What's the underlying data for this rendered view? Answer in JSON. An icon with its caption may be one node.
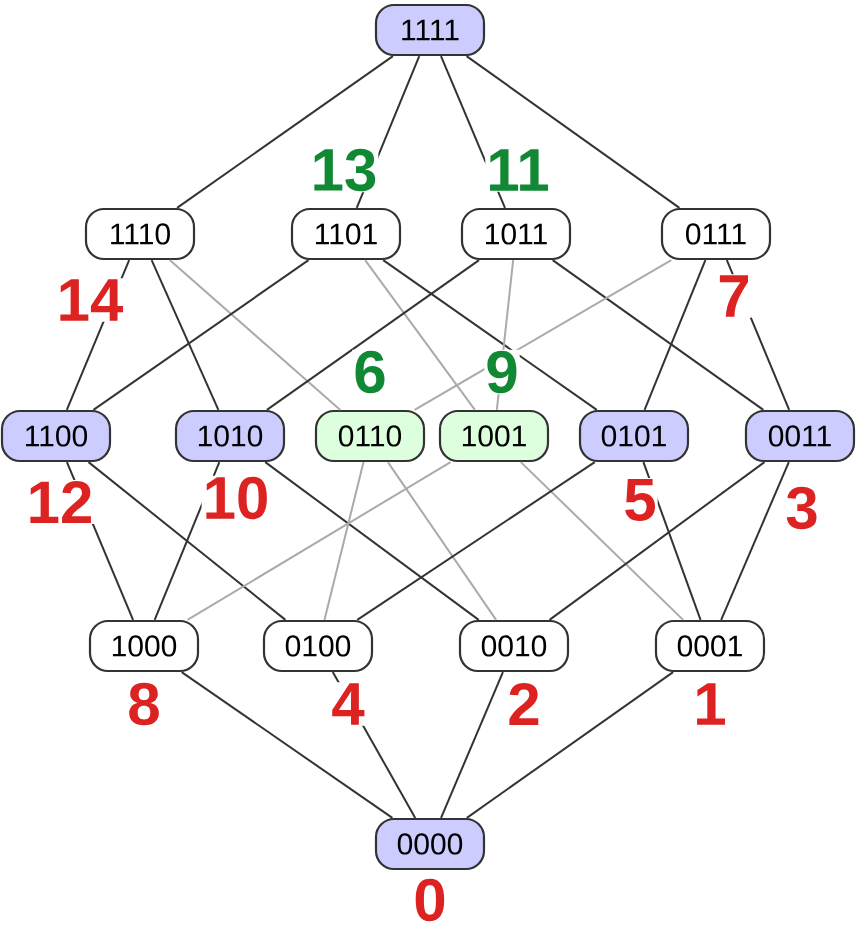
{
  "diagram": {
    "nodes": [
      {
        "text": [
          "1111"
        ]
      },
      {
        "text": [
          "1110"
        ],
        "beside": [
          "14"
        ]
      },
      {
        "text": [
          "1101"
        ],
        "beside": [
          "13"
        ]
      },
      {
        "text": [
          "1011"
        ],
        "beside": [
          "11"
        ]
      },
      {
        "text": [
          "0111"
        ],
        "beside": [
          "7"
        ]
      },
      {
        "text": [
          "1100"
        ],
        "beside": [
          "12"
        ]
      },
      {
        "text": [
          "1010"
        ],
        "beside": [
          "10"
        ]
      },
      {
        "text": [
          "0110"
        ],
        "beside": [
          "6"
        ]
      },
      {
        "text": [
          "1001"
        ],
        "beside": [
          "9"
        ]
      },
      {
        "text": [
          "0101"
        ],
        "beside": [
          "5"
        ]
      },
      {
        "text": [
          "0011"
        ],
        "beside": [
          "3"
        ]
      },
      {
        "text": [
          "1000"
        ],
        "beside": [
          "8"
        ]
      },
      {
        "text": [
          "0100"
        ],
        "beside": [
          "4"
        ]
      },
      {
        "text": [
          "0010"
        ],
        "beside": [
          "2"
        ]
      },
      {
        "text": [
          "0001"
        ],
        "beside": [
          "1"
        ]
      },
      {
        "text": [
          "0000"
        ],
        "beside": [
          "0"
        ]
      }
    ],
    "edges": [
      {
        "from": 0,
        "to": 1,
        "arrow": "none"
      },
      {
        "from": 0,
        "to": 2,
        "arrow": "none"
      },
      {
        "from": 0,
        "to": 3,
        "arrow": "none"
      },
      {
        "from": 0,
        "to": 4,
        "arrow": "none"
      },
      {
        "from": 1,
        "to": 5,
        "arrow": "none"
      },
      {
        "from": 1,
        "to": 6,
        "arrow": "none"
      },
      {
        "from": 1,
        "to": 7,
        "arrow": "none",
        "color": "#aaaaaa"
      },
      {
        "from": 2,
        "to": 5,
        "arrow": "none"
      },
      {
        "from": 2,
        "to": 8,
        "arrow": "none",
        "color": "#aaaaaa"
      },
      {
        "from": 2,
        "to": 9,
        "arrow": "none"
      },
      {
        "from": 3,
        "to": 6,
        "arrow": "none"
      },
      {
        "from": 3,
        "to": 8,
        "arrow": "none",
        "color": "#aaaaaa"
      },
      {
        "from": 3,
        "to": 10,
        "arrow": "none"
      },
      {
        "from": 4,
        "to": 7,
        "arrow": "none",
        "color": "#aaaaaa"
      },
      {
        "from": 4,
        "to": 9,
        "arrow": "none"
      },
      {
        "from": 4,
        "to": 10,
        "arrow": "none"
      },
      {
        "from": 5,
        "to": 11,
        "arrow": "none"
      },
      {
        "from": 5,
        "to": 12,
        "arrow": "none"
      },
      {
        "from": 6,
        "to": 11,
        "arrow": "none"
      },
      {
        "from": 6,
        "to": 13,
        "arrow": "none"
      },
      {
        "from": 7,
        "to": 12,
        "arrow": "none",
        "color": "#aaaaaa"
      },
      {
        "from": 7,
        "to": 13,
        "arrow": "none",
        "color": "#aaaaaa"
      },
      {
        "from": 8,
        "to": 11,
        "arrow": "none",
        "color": "#aaaaaa"
      },
      {
        "from": 8,
        "to": 14,
        "arrow": "none",
        "color": "#aaaaaa"
      },
      {
        "from": 9,
        "to": 12,
        "arrow": "none"
      },
      {
        "from": 9,
        "to": 14,
        "arrow": "none"
      },
      {
        "from": 10,
        "to": 13,
        "arrow": "none"
      },
      {
        "from": 10,
        "to": 14,
        "arrow": "none"
      },
      {
        "from": 11,
        "to": 15,
        "arrow": "none"
      },
      {
        "from": 12,
        "to": 15,
        "arrow": "none"
      },
      {
        "from": 13,
        "to": 15,
        "arrow": "none"
      },
      {
        "from": 14,
        "to": 15,
        "arrow": "none"
      }
    ]
  }
}
